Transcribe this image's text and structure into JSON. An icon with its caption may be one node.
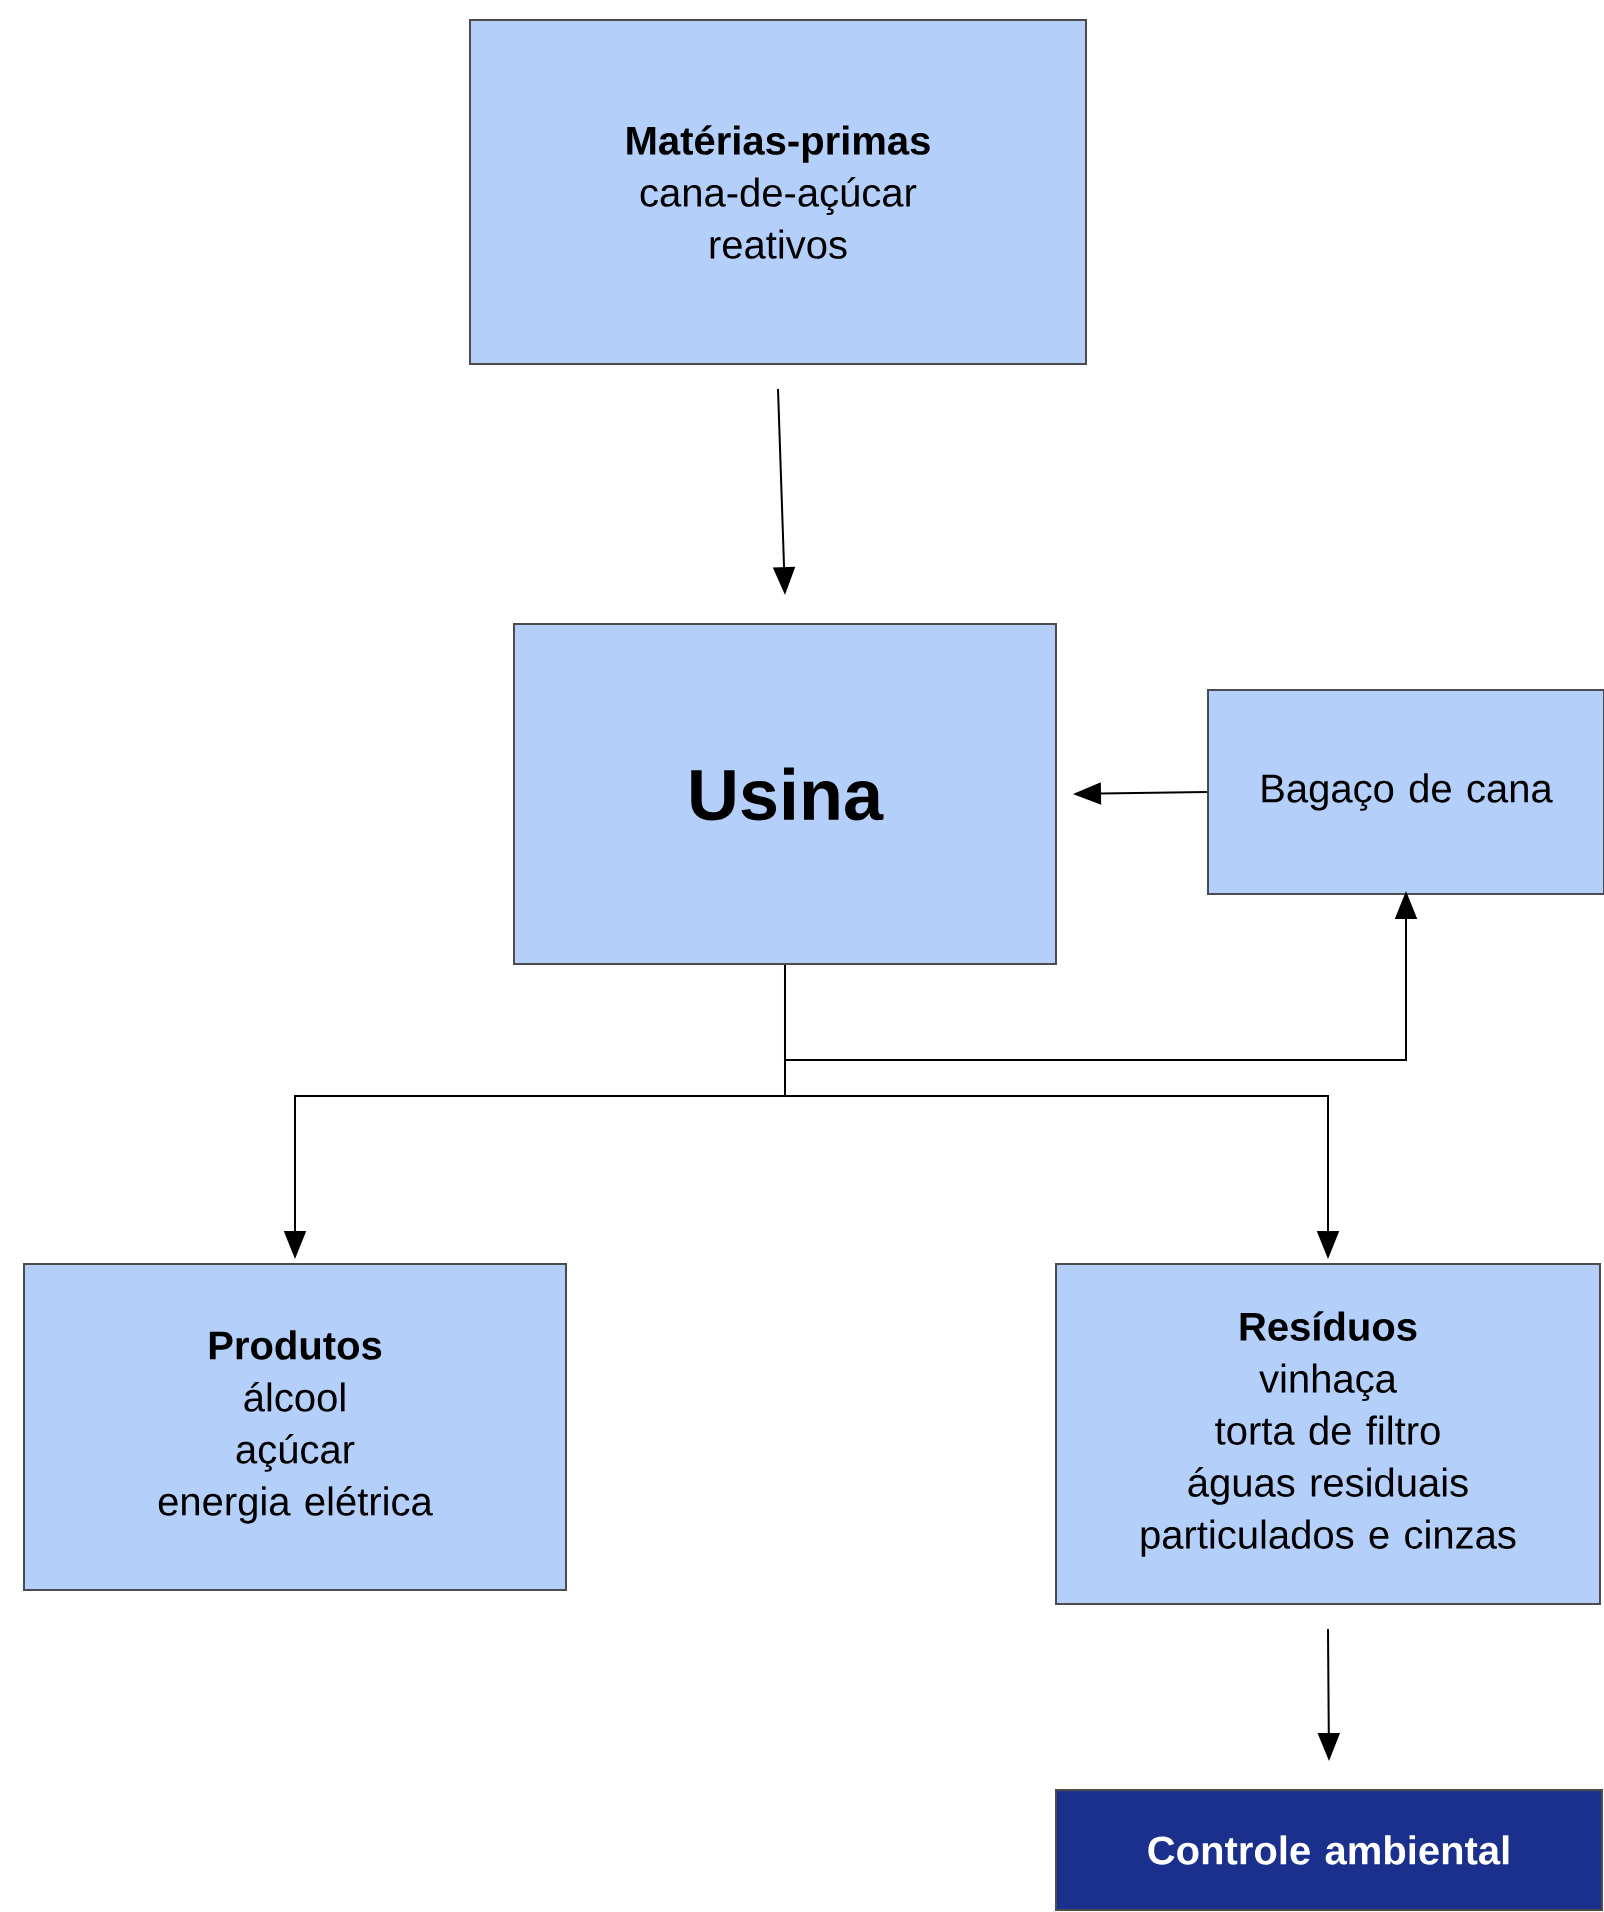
{
  "diagram": {
    "nodes": [
      {
        "text": [
          "Matérias-primas",
          "cana-de-açúcar",
          "reativos"
        ]
      },
      {
        "text": [
          "Usina"
        ]
      },
      {
        "text": [
          "Bagaço de cana"
        ]
      },
      {
        "text": [
          "Produtos",
          "álcool",
          "açúcar",
          "energia elétrica"
        ]
      },
      {
        "text": [
          "Resíduos",
          "vinhaça",
          "torta de filtro",
          "águas residuais",
          "particulados e cinzas"
        ]
      },
      {
        "text": [
          "Controle ambiental"
        ]
      }
    ],
    "edges": [
      {
        "from": 0,
        "to": 1,
        "arrow": "to"
      },
      {
        "from": 2,
        "to": 1,
        "arrow": "to"
      },
      {
        "from": 1,
        "to": 2,
        "arrow": "to"
      },
      {
        "from": 1,
        "to": 3,
        "arrow": "to"
      },
      {
        "from": 1,
        "to": 4,
        "arrow": "to"
      },
      {
        "from": 4,
        "to": 5,
        "arrow": "to"
      }
    ]
  }
}
